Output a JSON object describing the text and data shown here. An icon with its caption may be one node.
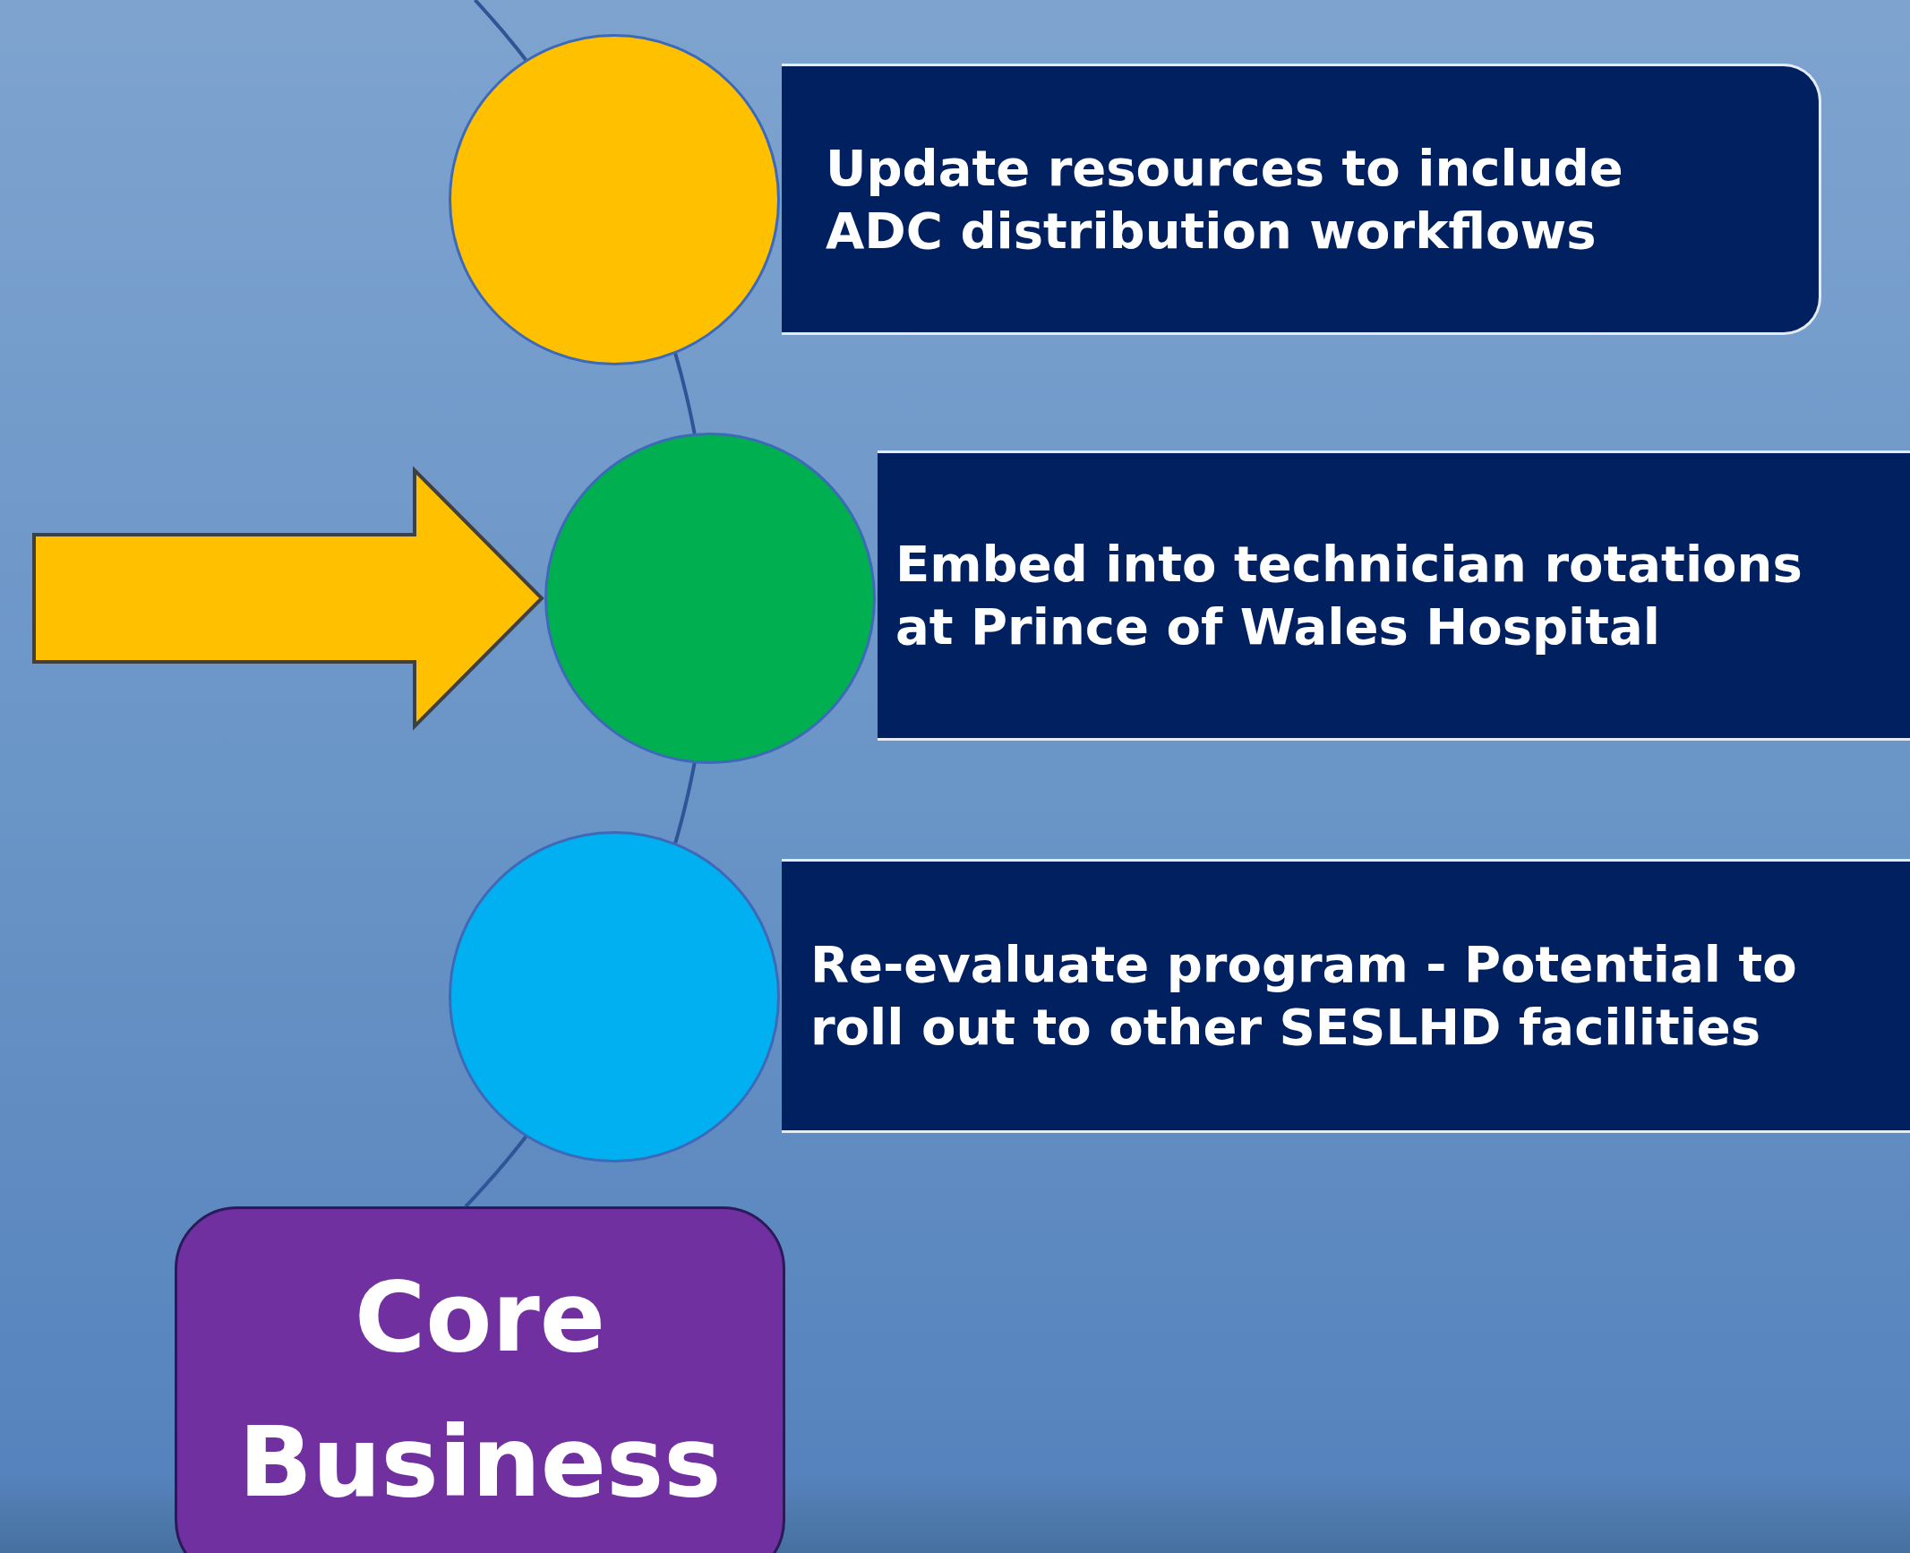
{
  "diagram": {
    "nodes": [
      {
        "text": [],
        "shape": "circle"
      },
      {
        "text": [
          "Update resources to include ADC distribution workflows"
        ]
      },
      {
        "text": [],
        "shape": "circle"
      },
      {
        "text": [
          "Embed into technician rotations at Prince of Wales Hospital"
        ]
      },
      {
        "text": [],
        "shape": "circle"
      },
      {
        "text": [
          "Re-evaluate program - Potential to roll out to other SESLHD facilities"
        ]
      },
      {
        "text": [
          "Core Business"
        ]
      }
    ],
    "edges": [
      {
        "from": null,
        "to": 0,
        "arrow": "none"
      },
      {
        "from": 0,
        "to": 2,
        "arrow": "none"
      },
      {
        "from": 2,
        "to": 4,
        "arrow": "none"
      },
      {
        "from": 4,
        "to": 6,
        "arrow": "none"
      },
      {
        "from": null,
        "to": 2,
        "arrow": "to",
        "style": "thick",
        "color": "#ffc000"
      }
    ]
  }
}
